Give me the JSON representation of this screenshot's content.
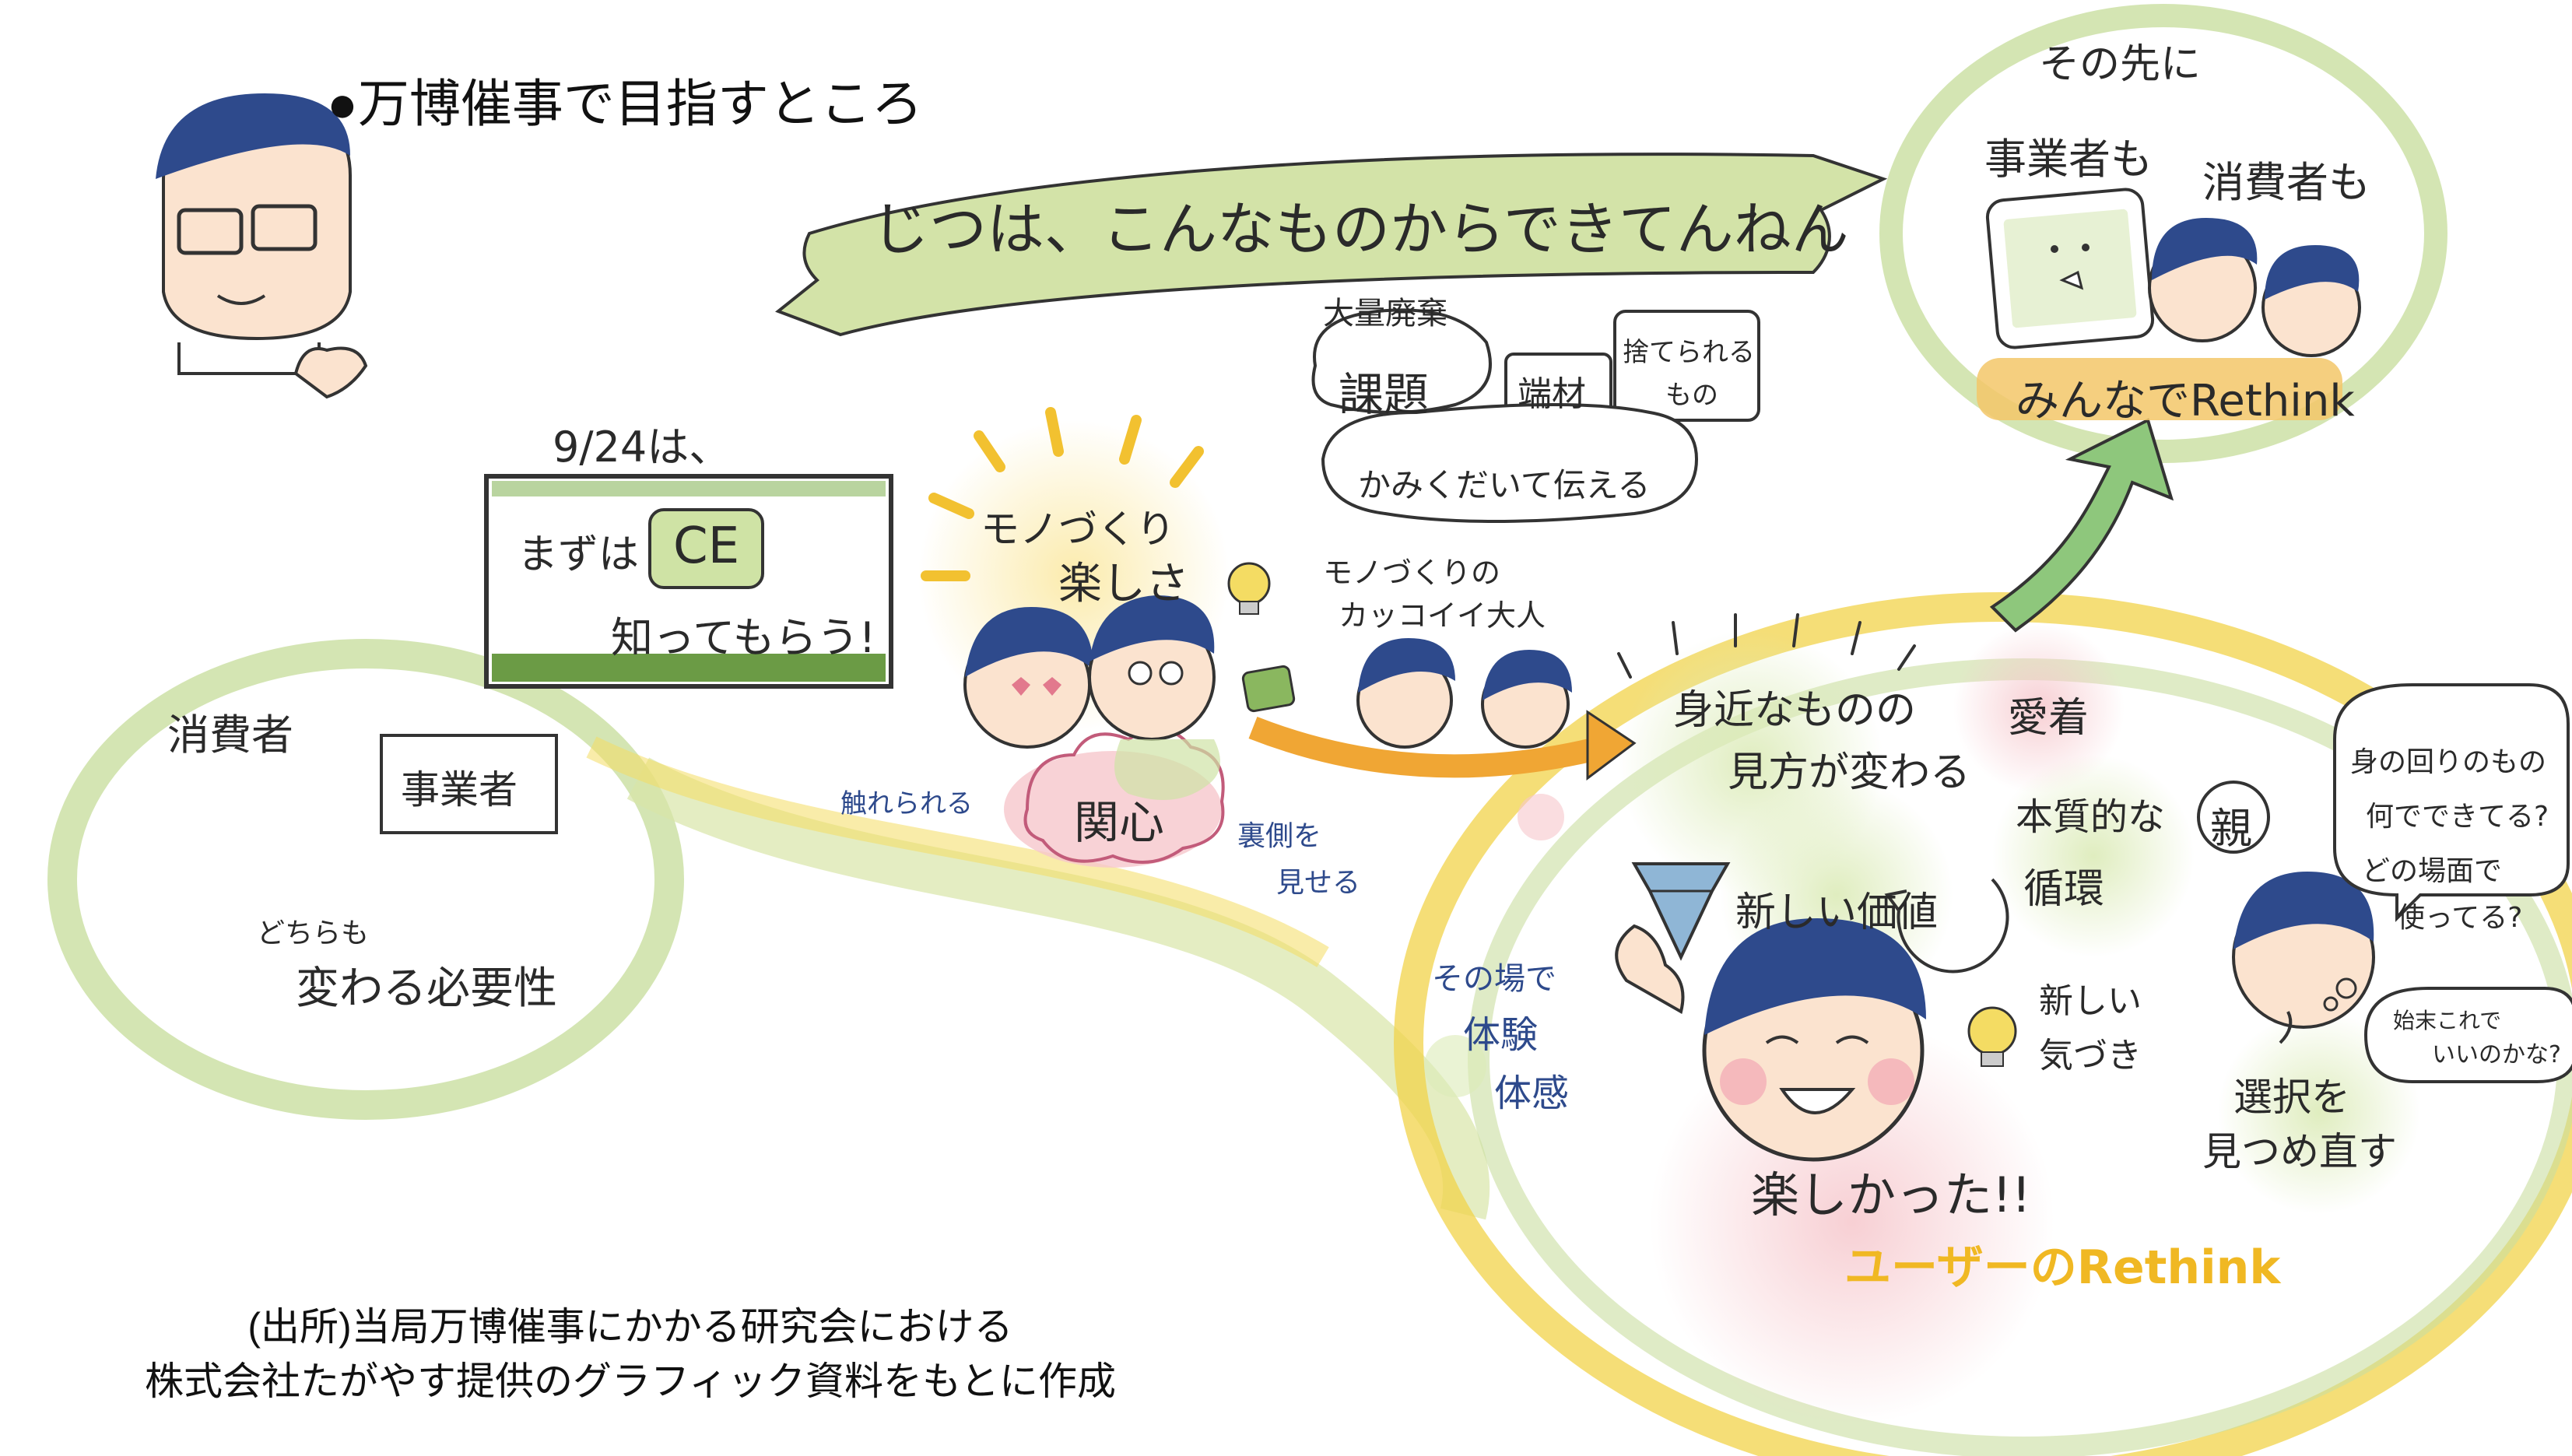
{
  "title": "●万博催事で目指すところ",
  "banner": "じつは、こんなものからできてんねん",
  "date_label": "9/24は、",
  "board": {
    "line1": "まずは",
    "ce": "CE",
    "line2": "知ってもらう!"
  },
  "left_circle": {
    "consumer": "消費者",
    "business": "事業者",
    "both": "どちらも",
    "need": "変わる必要性"
  },
  "mono": {
    "title1": "モノづくり",
    "title2": "楽しさ",
    "touch": "触れられる",
    "interest": "関心",
    "backside1": "裏側を",
    "backside2": "見せる",
    "cool1": "モノづくりの",
    "cool2": "カッコイイ大人"
  },
  "issues": {
    "waste": "大量廃棄",
    "issue": "課題",
    "material": "端材",
    "discarded1": "捨てられる",
    "discarded2": "もの",
    "explain": "かみくだいて伝える"
  },
  "future": {
    "beyond": "その先に",
    "business": "事業者も",
    "consumer": "消費者も",
    "rethink": "みんなでRethink"
  },
  "right": {
    "view1": "身近なものの",
    "view2": "見方が変わる",
    "attach": "愛着",
    "essential": "本質的な",
    "cycle": "循環",
    "new_value": "新しい価値",
    "onsite1": "その場で",
    "onsite2": "体験",
    "onsite3": "体感",
    "newaware1": "新しい",
    "newaware2": "気づき",
    "fun": "楽しかった!!",
    "user_rethink": "ユーザーのRethink",
    "parent": "親",
    "q1a": "身の回りのもの",
    "q1b": "何でできてる?",
    "q1c": "どの場面で",
    "q1d": "使ってる?",
    "q2a": "始末これで",
    "q2b": "いいのかな?",
    "choose1": "選択を",
    "choose2": "見つめ直す"
  },
  "source_line1": "(出所)当局万博催事にかかる研究会における",
  "source_line2": "株式会社たがやす提供のグラフィック資料をもとに作成",
  "colors": {
    "green": "#c9dea0",
    "yellow": "#f2d34a",
    "pink": "#f4c9cf",
    "orange": "#f0a634",
    "navy": "#2e4a8c",
    "skin": "#fbe3cf",
    "board": "#6b9b45"
  }
}
